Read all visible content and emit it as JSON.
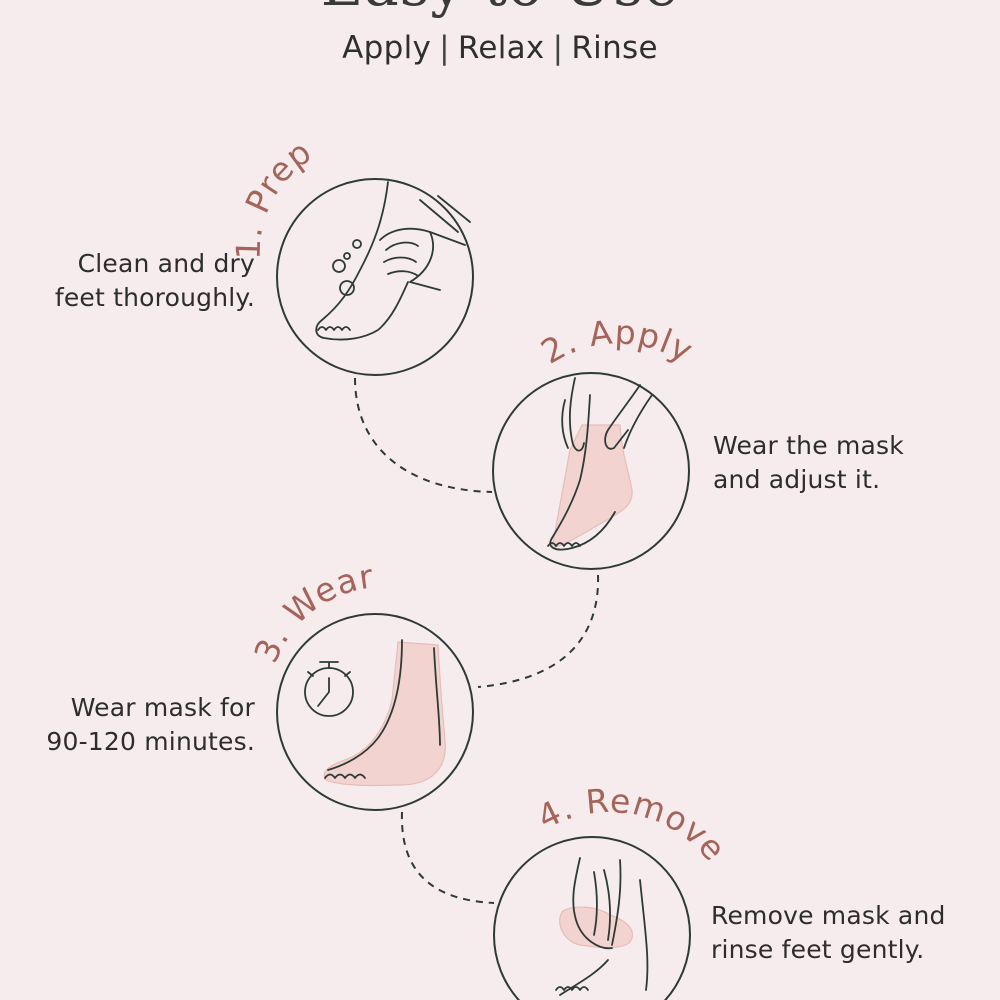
{
  "header": {
    "title": "Easy to Use",
    "subtitle_parts": [
      "Apply",
      "Relax",
      "Rinse"
    ],
    "separator": "|"
  },
  "steps": [
    {
      "label": "1. Prep",
      "desc_line1": "Clean and dry",
      "desc_line2": "feet thoroughly."
    },
    {
      "label": "2. Apply",
      "desc_line1": "Wear the mask",
      "desc_line2": "and adjust it."
    },
    {
      "label": "3. Wear",
      "desc_line1": "Wear mask for",
      "desc_line2": "90-120 minutes."
    },
    {
      "label": "4. Remove",
      "desc_line1": "Remove mask and",
      "desc_line2": "rinse feet gently."
    }
  ],
  "colors": {
    "background": "#f6eced",
    "accent": "#a5645a",
    "line": "#2d3a35",
    "mask_fill": "#f2d3d0"
  },
  "icons": [
    "hands-washing-foot-icon",
    "hands-applying-mask-icon",
    "stopwatch-icon",
    "foot-in-mask-icon",
    "hand-peeling-mask-icon"
  ]
}
